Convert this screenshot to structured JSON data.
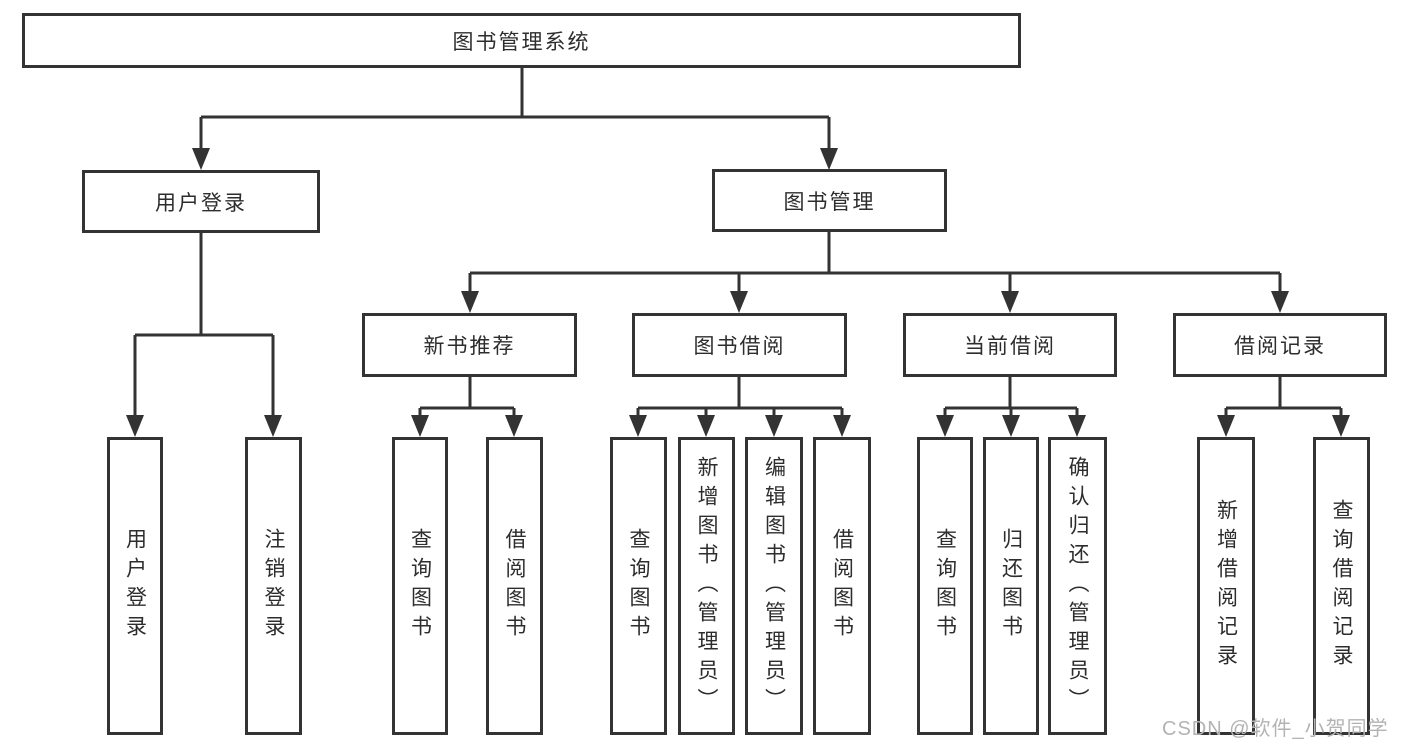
{
  "tree": {
    "label": "图书管理系统",
    "children": [
      {
        "label": "用户登录",
        "children": [
          {
            "label": "用户登录"
          },
          {
            "label": "注销登录"
          }
        ]
      },
      {
        "label": "图书管理",
        "children": [
          {
            "label": "新书推荐",
            "children": [
              {
                "label": "查询图书"
              },
              {
                "label": "借阅图书"
              }
            ]
          },
          {
            "label": "图书借阅",
            "children": [
              {
                "label": "查询图书"
              },
              {
                "label": "新增图书（管理员）"
              },
              {
                "label": "编辑图书（管理员）"
              },
              {
                "label": "借阅图书"
              }
            ]
          },
          {
            "label": "当前借阅",
            "children": [
              {
                "label": "查询图书"
              },
              {
                "label": "归还图书"
              },
              {
                "label": "确认归还（管理员）"
              }
            ]
          },
          {
            "label": "借阅记录",
            "children": [
              {
                "label": "新增借阅记录"
              },
              {
                "label": "查询借阅记录"
              }
            ]
          }
        ]
      }
    ]
  },
  "watermark": {
    "text": "CSDN @软件_小贺同学"
  },
  "colors": {
    "line": "#333333",
    "text": "#2d2d2d",
    "watermark": "#b3b3b3",
    "background": "#ffffff"
  }
}
